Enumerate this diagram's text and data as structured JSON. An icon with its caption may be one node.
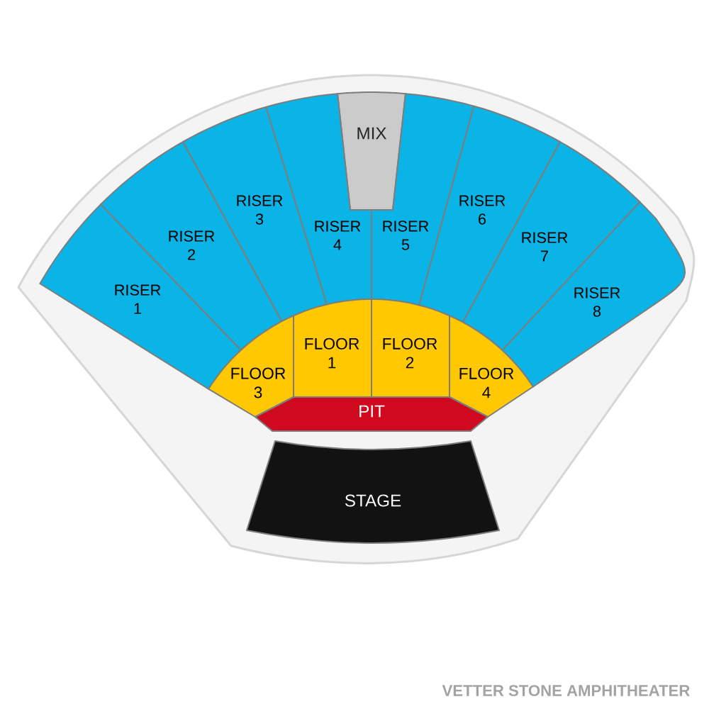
{
  "diagram": {
    "caption": "VETTER STONE AMPHITHEATER",
    "nodes": [
      {
        "text": [
          "MIX"
        ]
      },
      {
        "text": [
          "RISER 1"
        ]
      },
      {
        "text": [
          "RISER 2"
        ]
      },
      {
        "text": [
          "RISER 3"
        ]
      },
      {
        "text": [
          "RISER 4"
        ]
      },
      {
        "text": [
          "RISER 5"
        ]
      },
      {
        "text": [
          "RISER 6"
        ]
      },
      {
        "text": [
          "RISER 7"
        ]
      },
      {
        "text": [
          "RISER 8"
        ]
      },
      {
        "text": [
          "FLOOR 1"
        ]
      },
      {
        "text": [
          "FLOOR 2"
        ]
      },
      {
        "text": [
          "FLOOR 3"
        ]
      },
      {
        "text": [
          "FLOOR 4"
        ]
      },
      {
        "text": [
          "PIT"
        ]
      },
      {
        "text": [
          "STAGE"
        ]
      }
    ]
  }
}
